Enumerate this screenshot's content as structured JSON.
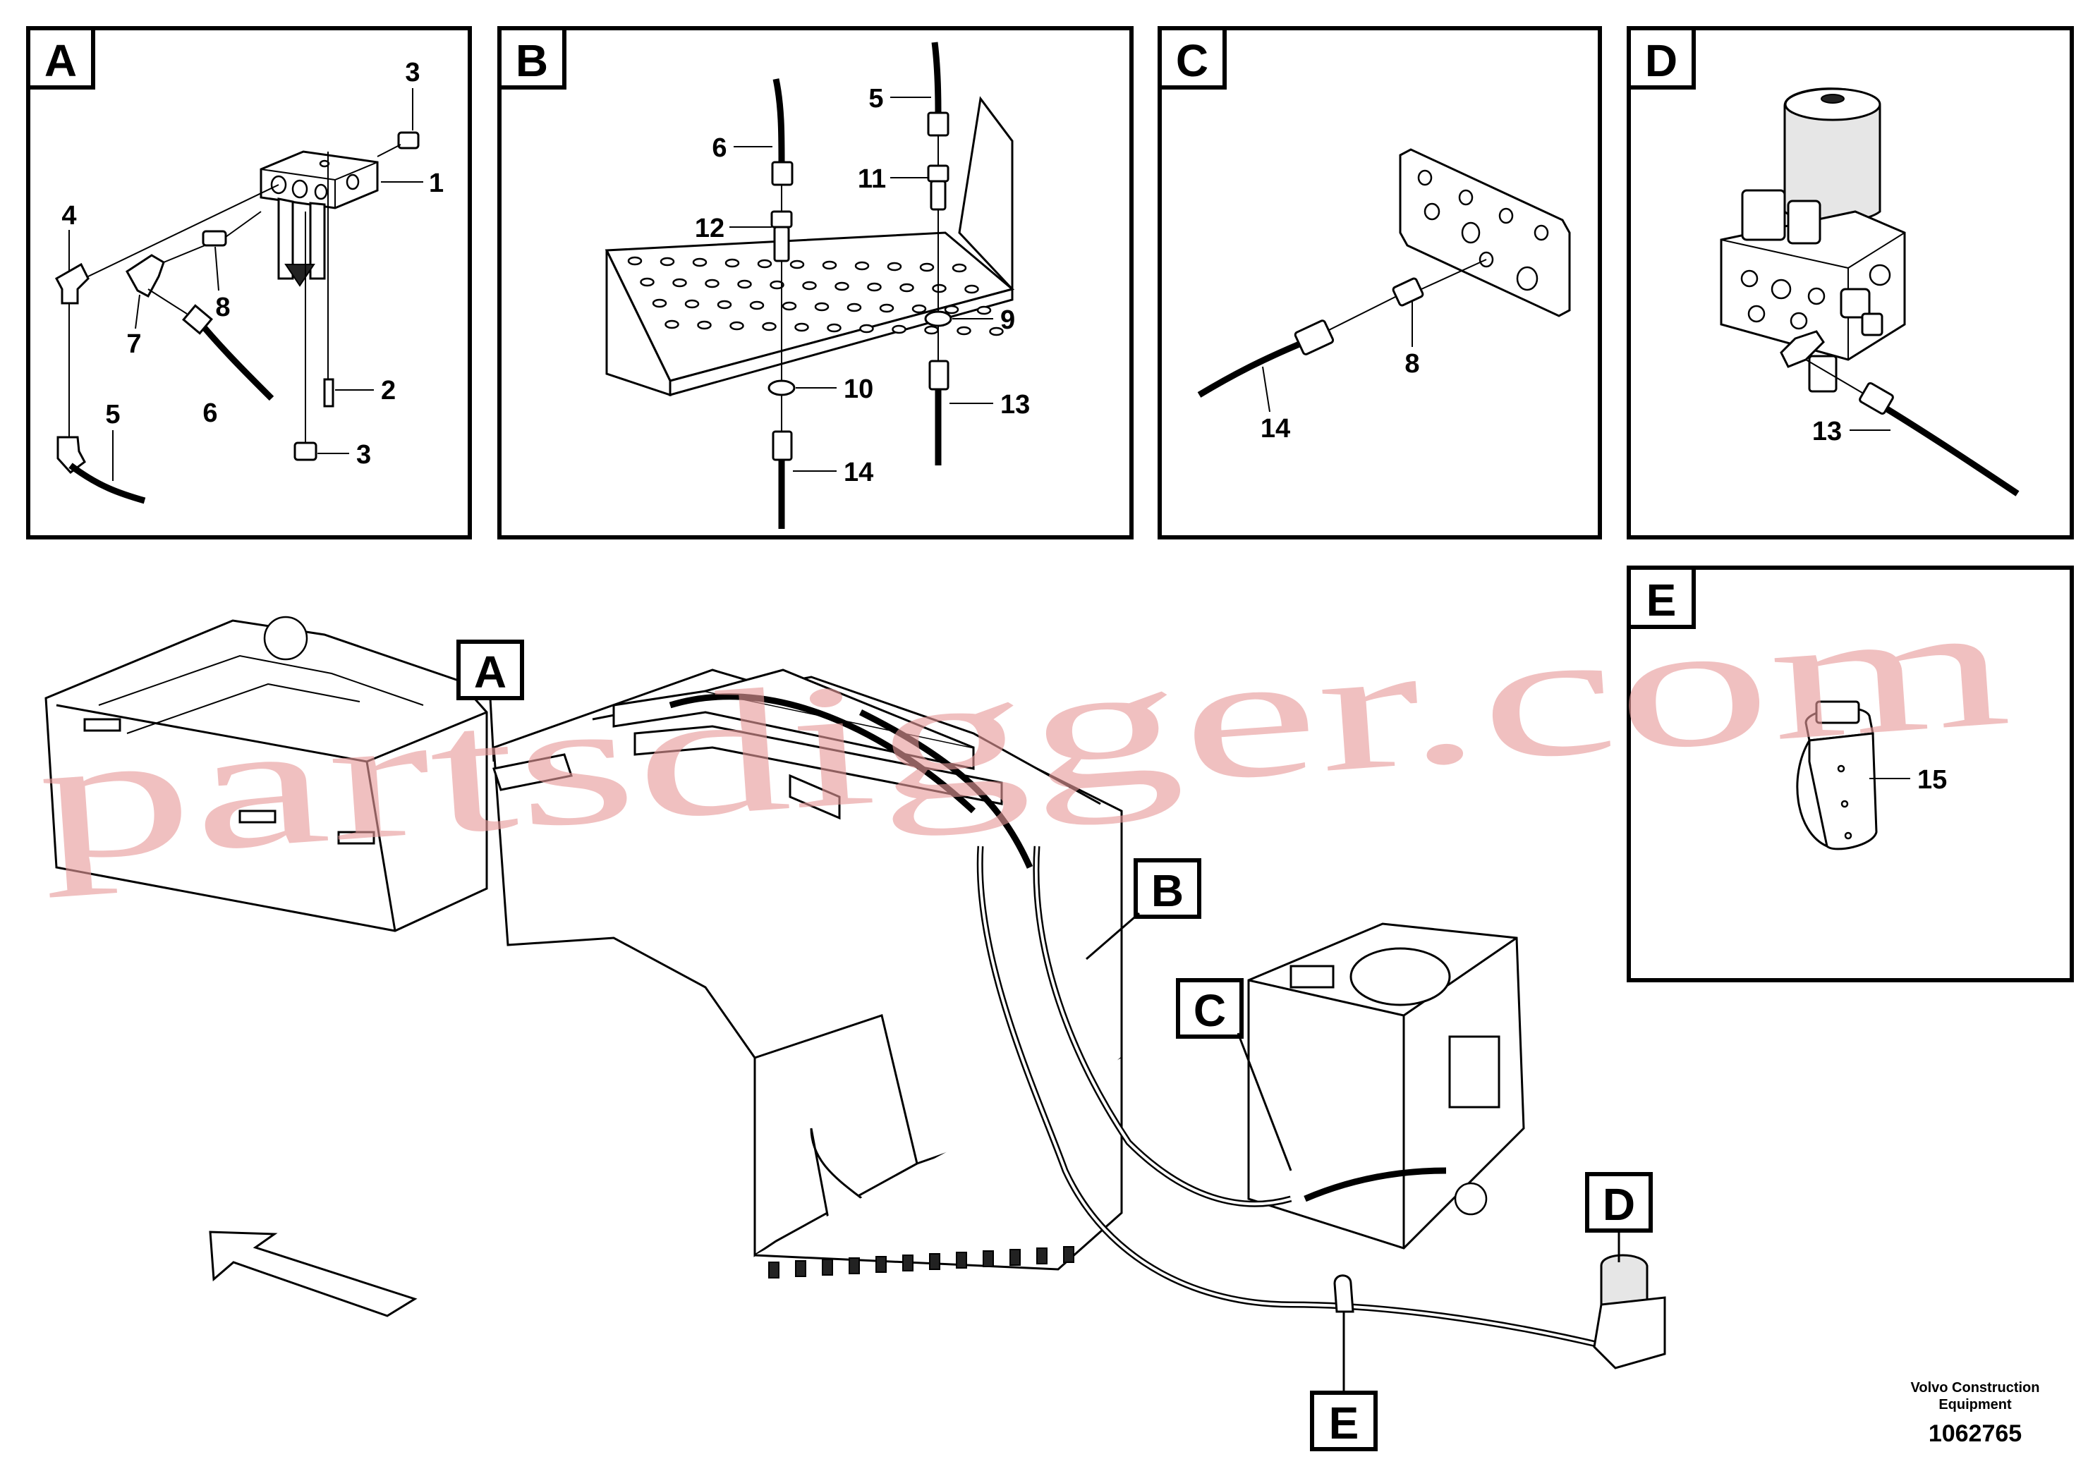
{
  "panels": [
    {
      "id": "A",
      "letter": "A"
    },
    {
      "id": "B",
      "letter": "B"
    },
    {
      "id": "C",
      "letter": "C"
    },
    {
      "id": "D",
      "letter": "D"
    },
    {
      "id": "E",
      "letter": "E"
    }
  ],
  "callouts": {
    "a_3_top": "3",
    "a_1": "1",
    "a_4": "4",
    "a_8": "8",
    "a_7": "7",
    "a_6": "6",
    "a_2": "2",
    "a_5": "5",
    "a_3_bottom": "3",
    "b_6": "6",
    "b_5": "5",
    "b_11": "11",
    "b_12": "12",
    "b_9": "9",
    "b_10": "10",
    "b_13": "13",
    "b_14": "14",
    "c_8": "8",
    "c_14": "14",
    "d_13": "13",
    "e_15": "15"
  },
  "overview_tags": {
    "a": "A",
    "b": "B",
    "c": "C",
    "d": "D",
    "e": "E"
  },
  "watermark": "partsdigger.com",
  "footer": {
    "company_line1": "Volvo Construction",
    "company_line2": "Equipment",
    "doc_number": "1062765"
  }
}
